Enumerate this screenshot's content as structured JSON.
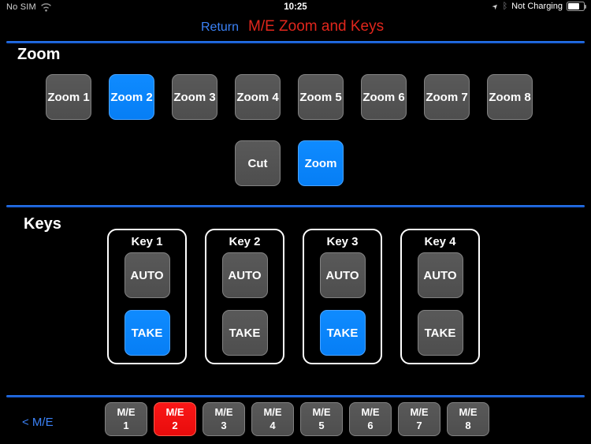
{
  "status_bar": {
    "carrier": "No SIM",
    "time": "10:25",
    "charging_status": "Not Charging",
    "location_glyph": "➤",
    "bluetooth_glyph": "ᛒ"
  },
  "nav": {
    "return_label": "Return",
    "title": "M/E Zoom and Keys"
  },
  "zoom_section": {
    "header": "Zoom",
    "source_buttons": [
      {
        "label": "Zoom 1",
        "state": "off"
      },
      {
        "label": "Zoom 2",
        "state": "active"
      },
      {
        "label": "Zoom 3",
        "state": "off"
      },
      {
        "label": "Zoom 4",
        "state": "off"
      },
      {
        "label": "Zoom 5",
        "state": "off"
      },
      {
        "label": "Zoom 6",
        "state": "off"
      },
      {
        "label": "Zoom 7",
        "state": "off"
      },
      {
        "label": "Zoom 8",
        "state": "off"
      }
    ],
    "transition_buttons": {
      "cut": {
        "label": "Cut",
        "state": "off"
      },
      "zoom": {
        "label": "Zoom",
        "state": "active"
      }
    }
  },
  "keys_section": {
    "header": "Keys",
    "groups": [
      {
        "title": "Key 1",
        "auto": {
          "label": "AUTO",
          "state": "off"
        },
        "take": {
          "label": "TAKE",
          "state": "active"
        }
      },
      {
        "title": "Key 2",
        "auto": {
          "label": "AUTO",
          "state": "off"
        },
        "take": {
          "label": "TAKE",
          "state": "off"
        }
      },
      {
        "title": "Key 3",
        "auto": {
          "label": "AUTO",
          "state": "off"
        },
        "take": {
          "label": "TAKE",
          "state": "active"
        }
      },
      {
        "title": "Key 4",
        "auto": {
          "label": "AUTO",
          "state": "off"
        },
        "take": {
          "label": "TAKE",
          "state": "off"
        }
      }
    ]
  },
  "bottom_bar": {
    "back_label": "< M/E",
    "me_buttons": [
      {
        "line1": "M/E",
        "line2": "1",
        "state": "off"
      },
      {
        "line1": "M/E",
        "line2": "2",
        "state": "active"
      },
      {
        "line1": "M/E",
        "line2": "3",
        "state": "off"
      },
      {
        "line1": "M/E",
        "line2": "4",
        "state": "off"
      },
      {
        "line1": "M/E",
        "line2": "5",
        "state": "off"
      },
      {
        "line1": "M/E",
        "line2": "6",
        "state": "off"
      },
      {
        "line1": "M/E",
        "line2": "7",
        "state": "off"
      },
      {
        "line1": "M/E",
        "line2": "8",
        "state": "off"
      }
    ]
  },
  "colors": {
    "background": "#000000",
    "accent_blue_active": "#0a84ff",
    "active_red": "#f51414",
    "button_gray": "#545454",
    "separator_blue": "#1d63d8",
    "link_blue": "#3b82f7",
    "title_red": "#e0261c",
    "key_group_border": "#ffffff"
  }
}
